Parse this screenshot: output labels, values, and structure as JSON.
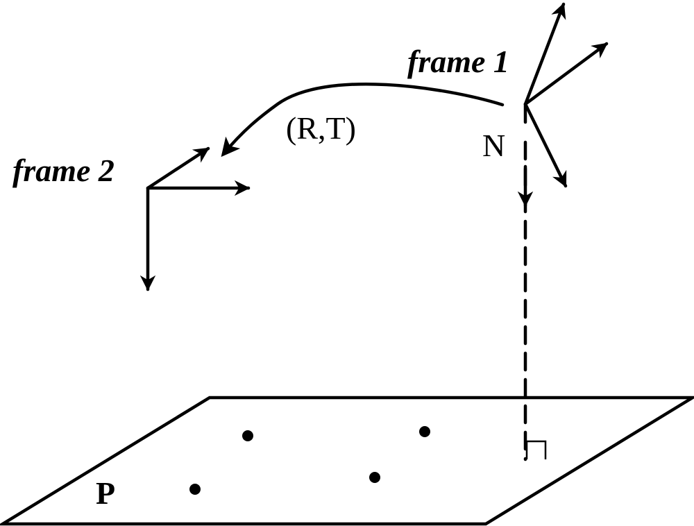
{
  "labels": {
    "frame1": "frame 1",
    "frame2": "frame 2",
    "transform": "(R,T)",
    "normal": "N",
    "plane": "P"
  },
  "colors": {
    "ink": "#000000",
    "background": "#ffffff"
  }
}
